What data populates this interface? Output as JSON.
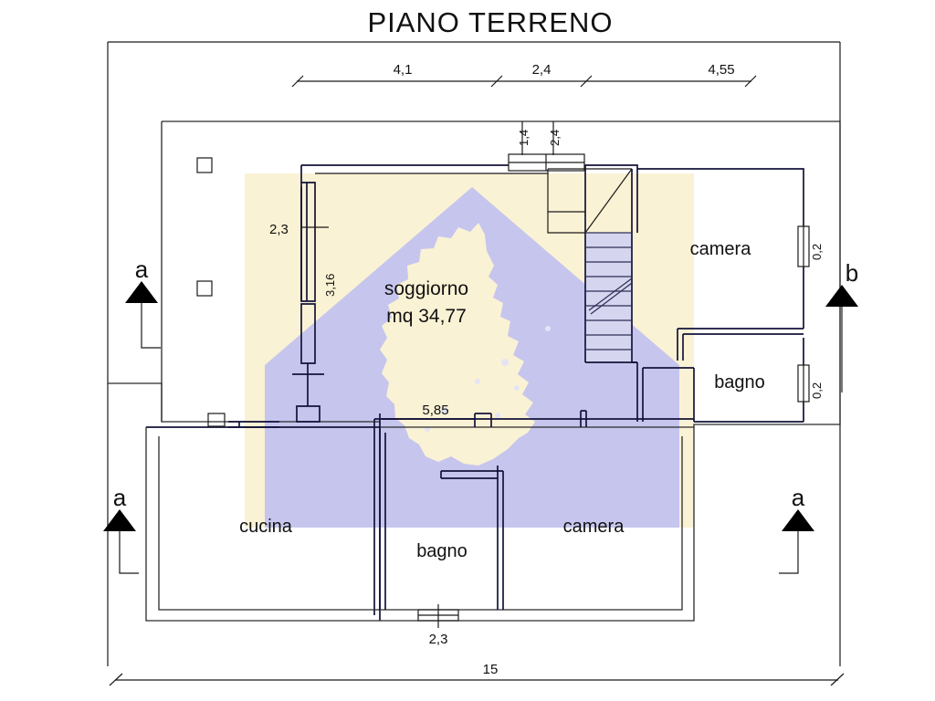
{
  "document": {
    "title": "PIANO TERRENO",
    "type": "floor-plan",
    "language": "it"
  },
  "colors": {
    "wall": "#13133a",
    "outline": "#2a2a2a",
    "text": "#111111",
    "overlay_cream": "#faf2d4",
    "overlay_blue": "#c5c5ee",
    "stair_fill": "#d5d5f0",
    "background": "#ffffff"
  },
  "rooms": [
    {
      "id": "soggiorno",
      "label": "soggiorno",
      "area_label": "mq 34,77",
      "area_value": 34.77,
      "unit": "mq"
    },
    {
      "id": "camera-nord-est",
      "label": "camera"
    },
    {
      "id": "bagno-nord-est",
      "label": "bagno"
    },
    {
      "id": "cucina",
      "label": "cucina"
    },
    {
      "id": "bagno-sud",
      "label": "bagno"
    },
    {
      "id": "camera-sud",
      "label": "camera"
    }
  ],
  "dimensions": {
    "top_chain": [
      {
        "id": "top-seg-1",
        "value": "4,1"
      },
      {
        "id": "top-seg-2",
        "value": "2,4"
      },
      {
        "id": "top-seg-3",
        "value": "4,55"
      }
    ],
    "bottom_overall": {
      "id": "bottom-overall",
      "value": "15"
    },
    "openings": [
      {
        "id": "opening-top-left-of-door",
        "value": "1,4",
        "orientation": "vertical"
      },
      {
        "id": "opening-top-door",
        "value": "2,4",
        "orientation": "vertical"
      },
      {
        "id": "opening-west-window",
        "value": "2,3",
        "orientation": "horizontal"
      },
      {
        "id": "opening-west-wall-run",
        "value": "3,16",
        "orientation": "vertical"
      },
      {
        "id": "opening-mid-span",
        "value": "5,85",
        "orientation": "horizontal"
      },
      {
        "id": "opening-east-camera-window",
        "value": "0,2",
        "orientation": "vertical"
      },
      {
        "id": "opening-east-bagno-window",
        "value": "0,2",
        "orientation": "vertical"
      },
      {
        "id": "opening-bottom-window",
        "value": "2,3",
        "orientation": "horizontal"
      }
    ]
  },
  "section_markers": [
    {
      "id": "section-a-top-left",
      "letter": "a",
      "direction": "up"
    },
    {
      "id": "section-b-top-right",
      "letter": "b",
      "direction": "up"
    },
    {
      "id": "section-a-bottom-left",
      "letter": "a",
      "direction": "up"
    },
    {
      "id": "section-a-bottom-right",
      "letter": "a",
      "direction": "up"
    }
  ],
  "features": [
    {
      "id": "staircase",
      "name": "staircase",
      "steps": 9
    },
    {
      "id": "pillar-upper",
      "name": "pillar"
    },
    {
      "id": "pillar-lower",
      "name": "pillar"
    },
    {
      "id": "pillar-bottom",
      "name": "pillar"
    }
  ]
}
